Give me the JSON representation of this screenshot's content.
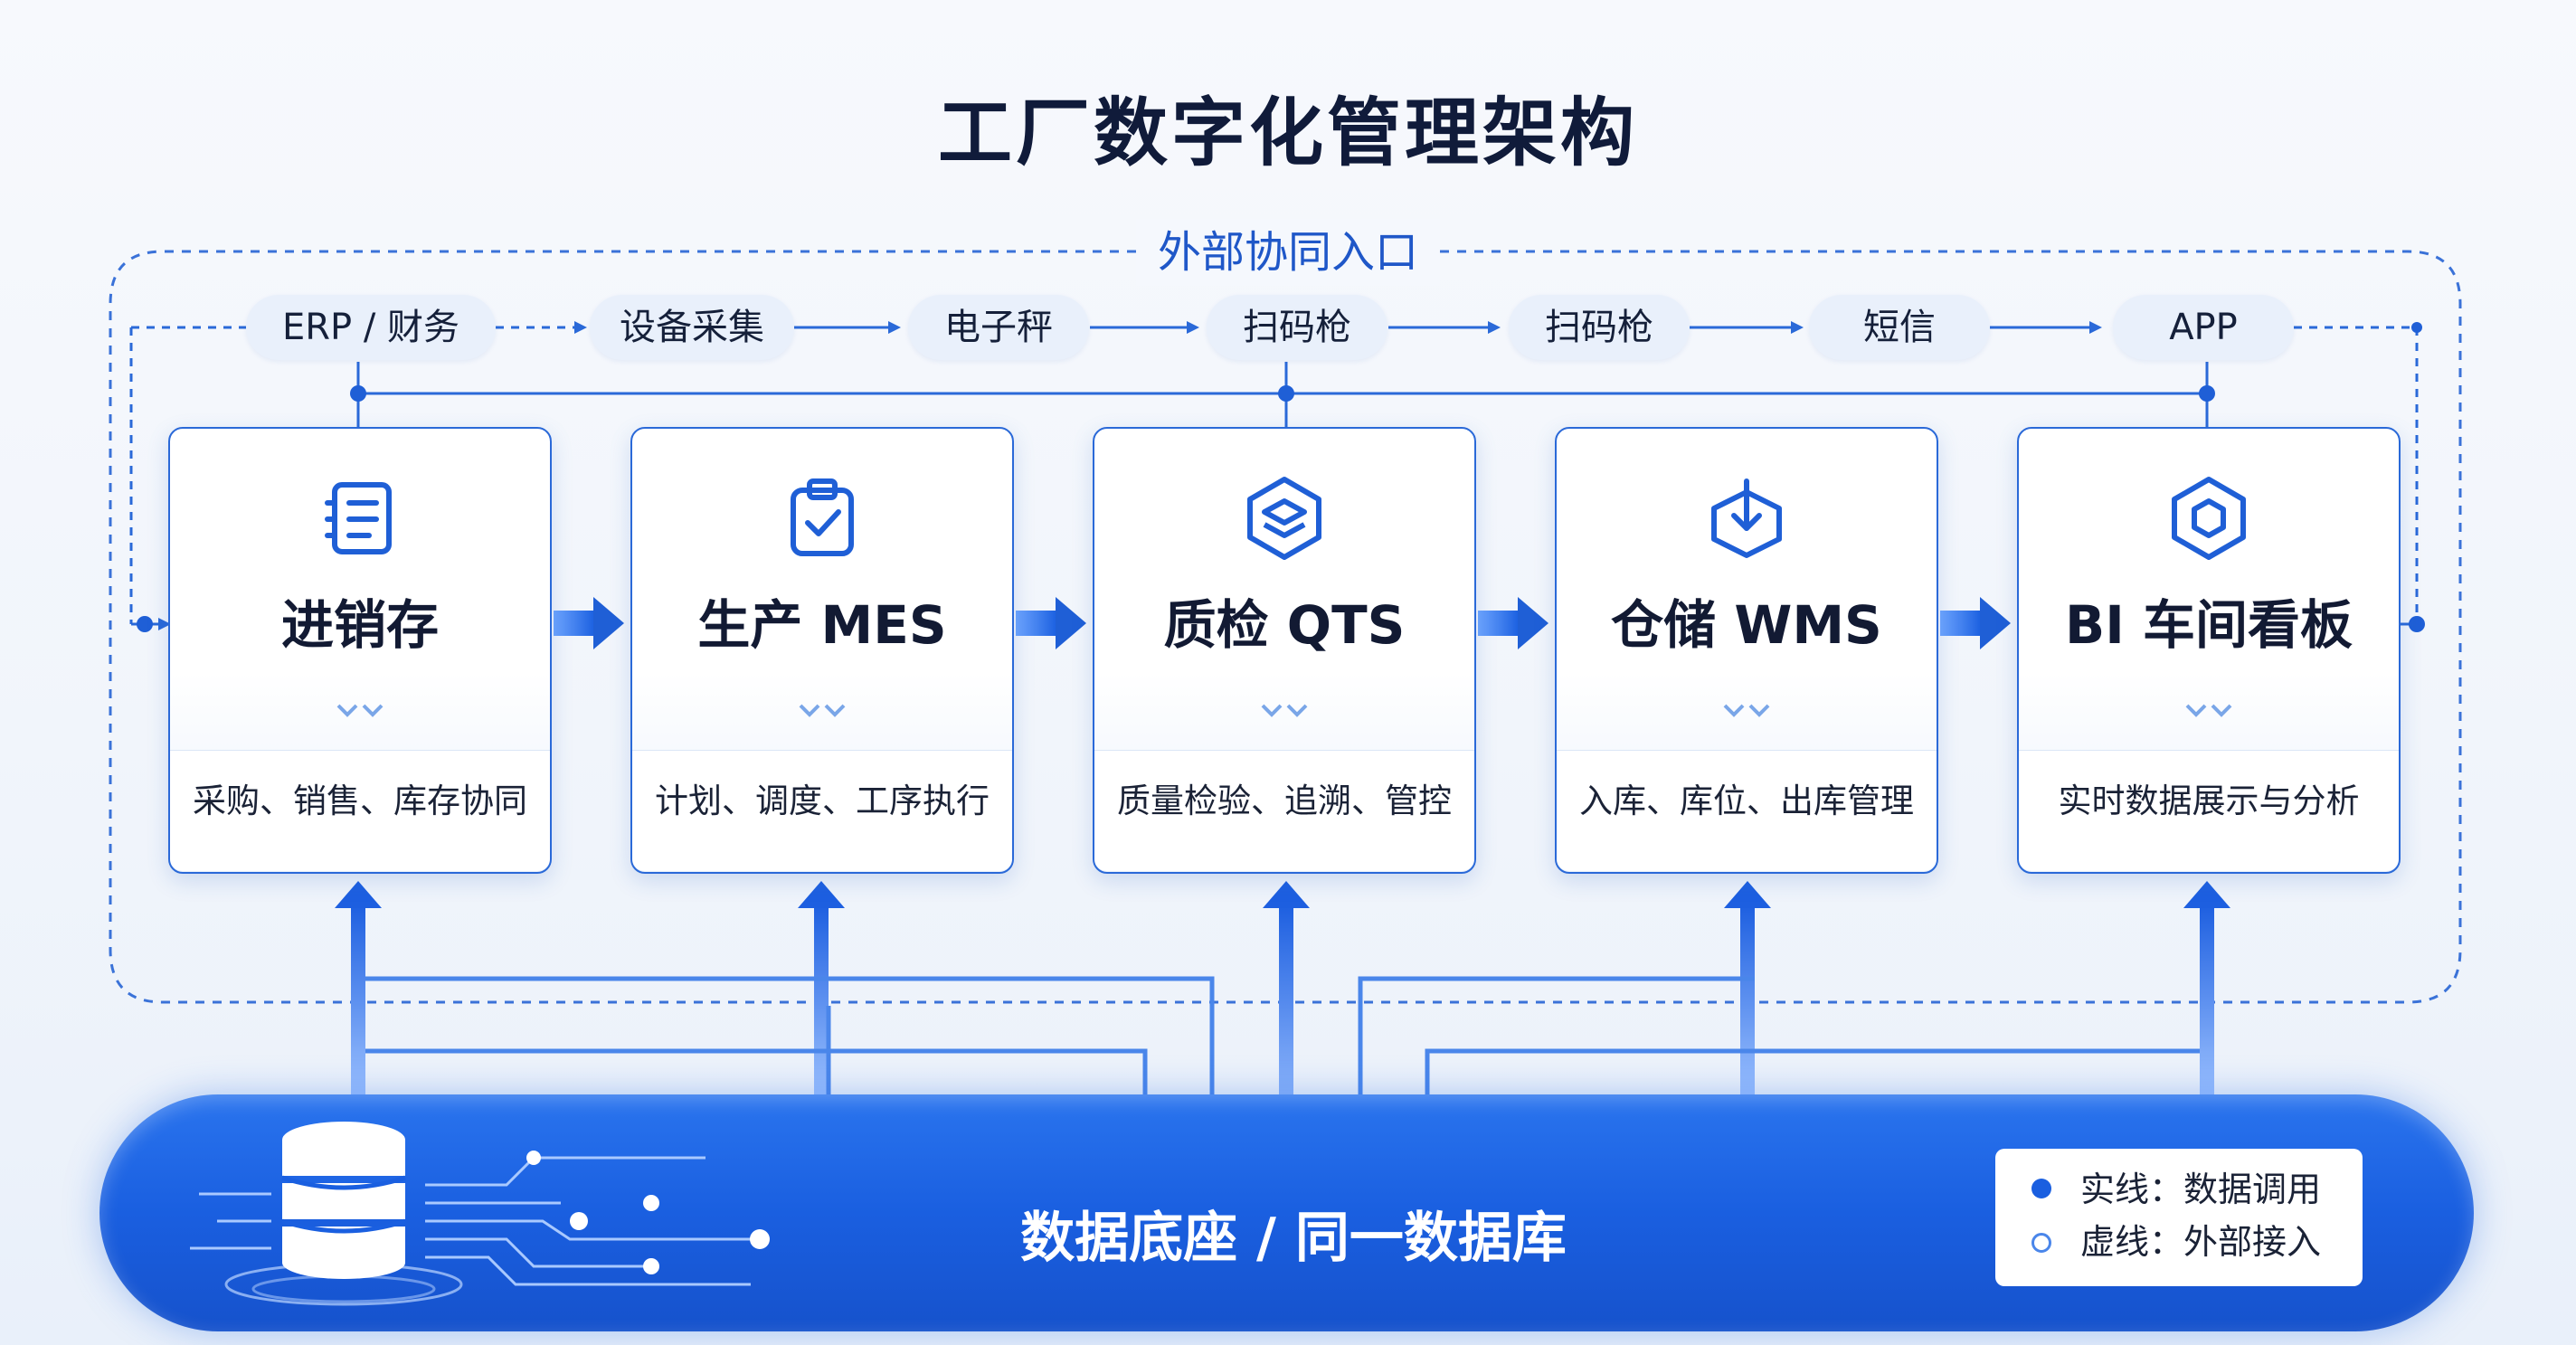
{
  "title": "工厂数字化管理架构",
  "external_entry": {
    "label": "外部协同入口",
    "sources": [
      "ERP / 财务",
      "设备采集",
      "电子秤",
      "扫码枪",
      "扫码枪",
      "短信",
      "APP"
    ]
  },
  "modules": [
    {
      "name": "进销存",
      "desc": "采购、销售、库存协同",
      "icon": "list-document-icon"
    },
    {
      "name": "生产 MES",
      "desc": "计划、调度、工序执行",
      "icon": "clipboard-check-icon"
    },
    {
      "name": "质检 QTS",
      "desc": "质量检验、追溯、管控",
      "icon": "layers-hexagon-icon"
    },
    {
      "name": "仓储 WMS",
      "desc": "入库、库位、出库管理",
      "icon": "download-box-icon"
    },
    {
      "name": "BI 车间看板",
      "desc": "实时数据展示与分析",
      "icon": "hexagon-nut-icon"
    }
  ],
  "data_base": {
    "label": "数据底座 / 同一数据库",
    "icon": "database-icon"
  },
  "legend": {
    "solid": "实线：数据调用",
    "dashed": "虚线：外部接入"
  },
  "colors": {
    "accent": "#1f5fd6",
    "line": "#2a69d8",
    "base": "#1a5fe0",
    "title": "#101b3a"
  }
}
